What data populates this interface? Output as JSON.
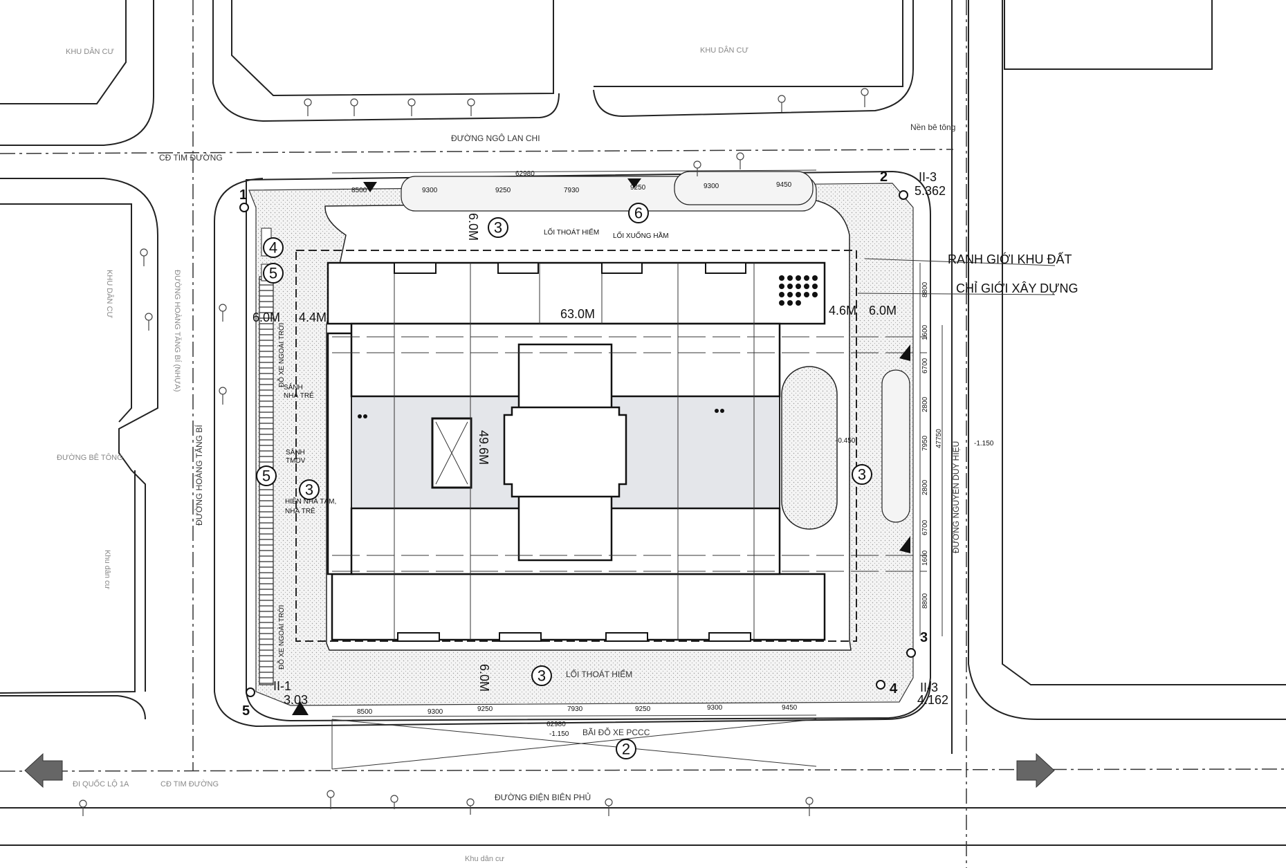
{
  "areas": {
    "residential_top_left": "KHU DÂN CƯ",
    "residential_top_center": "KHU DÂN CƯ",
    "residential_left": "KHU DÂN CƯ",
    "residential_left_lower": "Khu dân cư",
    "residential_bottom": "Khu dân cư"
  },
  "roads": {
    "north": "ĐƯỜNG NGÔ LAN CHI",
    "west": "ĐƯỜNG HOÀNG TĂNG BÍ",
    "west_alt": "ĐƯỜNG HOÀNG TĂNG BÍ (NHỰA)",
    "east": "ĐƯỜNG NGUYỄN DUY HIỆU",
    "south": "ĐƯỜNG ĐIỆN BIÊN PHỦ",
    "concrete_road": "ĐƯỜNG BÊ TÔNG",
    "concrete_surface": "Nền bê tông",
    "centerline_top": "CĐ TIM ĐƯỜNG",
    "centerline_bottom": "CĐ TIM ĐƯỜNG",
    "to_highway": "ĐI QUỐC LỘ 1A"
  },
  "legend": {
    "site_boundary": "RANH GIỚI KHU ĐẤT",
    "building_line": "CHỈ GIỚI XÂY DỰNG"
  },
  "labels": {
    "emergency_exit_top": "LỐI THOÁT HIỂM",
    "basement_ramp": "LỐI XUỐNG HẦM",
    "emergency_exit_bottom": "LỐI THOÁT HIỂM",
    "fire_parking": "BÃI ĐỖ XE PCCC",
    "outdoor_parking_1": "ĐỖ XE NGOÀI TRỜI",
    "outdoor_parking_2": "ĐỖ XE NGOÀI TRỜI",
    "kindergarten_lobby": [
      "SẢNH",
      "NHÀ TRẺ"
    ],
    "commercial_lobby": [
      "SẢNH",
      "TMDV"
    ],
    "kindergarten_porch": [
      "HIÊN NHÀ TẠM,",
      "NHÀ TRẺ"
    ]
  },
  "dimensions": {
    "building_length": "63.0M",
    "building_width": "49.6M",
    "setback_top": "6.0M",
    "setback_bottom": "6.0M",
    "setback_left_outer": "6.0M",
    "setback_left_inner": "4.4M",
    "setback_right_inner": "4.6M",
    "setback_right_outer": "6.0M",
    "top_total": "62980",
    "top_segments": [
      "8500",
      "9300",
      "9250",
      "7930",
      "9250",
      "9300",
      "9450"
    ],
    "bottom_total": "62980",
    "bottom_segments": [
      "8500",
      "9300",
      "9250",
      "7930",
      "9250",
      "9300",
      "9450"
    ],
    "right_segments": [
      "8800",
      "1600",
      "6700",
      "2800",
      "7950",
      "2800",
      "6700",
      "1600",
      "8800"
    ],
    "right_total": "47750"
  },
  "elevations": {
    "parking": "-1.150",
    "east_road": "-1.150",
    "courtyard": "-0.450"
  },
  "corner_points": [
    {
      "id": "1"
    },
    {
      "id": "2",
      "code": "II-3",
      "level": "5.362"
    },
    {
      "id": "3"
    },
    {
      "id": "4",
      "code": "II-3",
      "level": "4.162"
    },
    {
      "id": "5",
      "code": "II-1",
      "level": "3.03"
    }
  ],
  "markers": [
    "2",
    "3",
    "4",
    "5",
    "6"
  ]
}
